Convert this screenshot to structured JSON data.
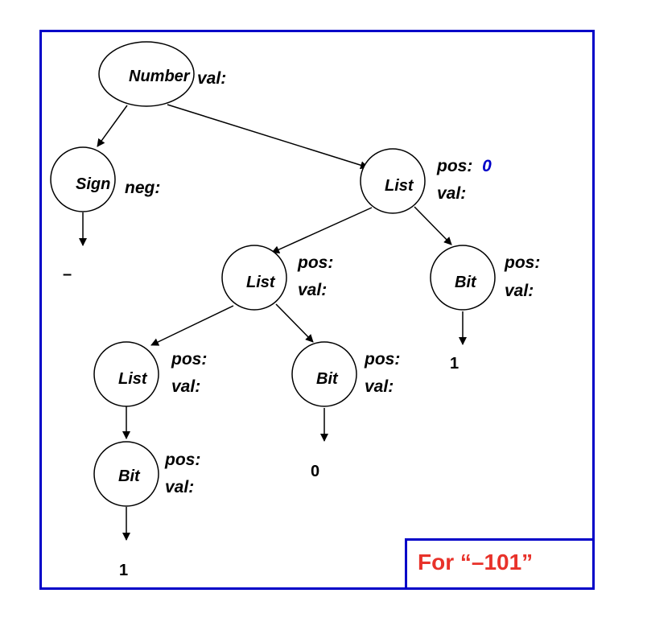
{
  "diagram": {
    "title": "Attribute grammar parse tree",
    "caption": "For “–101”",
    "colors": {
      "frame": "#0000c8",
      "caption": "#e8322a",
      "highlight_value": "#0000c8"
    },
    "nodes": {
      "number": {
        "label": "Number",
        "attrs": [
          {
            "name": "val:",
            "value": ""
          }
        ]
      },
      "sign": {
        "label": "Sign",
        "attrs": [
          {
            "name": "neg:",
            "value": ""
          }
        ],
        "leaf": "–"
      },
      "list0": {
        "label": "List",
        "attrs": [
          {
            "name": "pos:",
            "value": "0"
          },
          {
            "name": "val:",
            "value": ""
          }
        ]
      },
      "list1": {
        "label": "List",
        "attrs": [
          {
            "name": "pos:",
            "value": ""
          },
          {
            "name": "val:",
            "value": ""
          }
        ]
      },
      "bit_r": {
        "label": "Bit",
        "attrs": [
          {
            "name": "pos:",
            "value": ""
          },
          {
            "name": "val:",
            "value": ""
          }
        ],
        "leaf": "1"
      },
      "list2": {
        "label": "List",
        "attrs": [
          {
            "name": "pos:",
            "value": ""
          },
          {
            "name": "val:",
            "value": ""
          }
        ]
      },
      "bit_m": {
        "label": "Bit",
        "attrs": [
          {
            "name": "pos:",
            "value": ""
          },
          {
            "name": "val:",
            "value": ""
          }
        ],
        "leaf": "0"
      },
      "bit_l": {
        "label": "Bit",
        "attrs": [
          {
            "name": "pos:",
            "value": ""
          },
          {
            "name": "val:",
            "value": ""
          }
        ],
        "leaf": "1"
      }
    },
    "edges": [
      [
        "number",
        "sign"
      ],
      [
        "number",
        "list0"
      ],
      [
        "list0",
        "list1"
      ],
      [
        "list0",
        "bit_r"
      ],
      [
        "list1",
        "list2"
      ],
      [
        "list1",
        "bit_m"
      ],
      [
        "list2",
        "bit_l"
      ]
    ]
  }
}
